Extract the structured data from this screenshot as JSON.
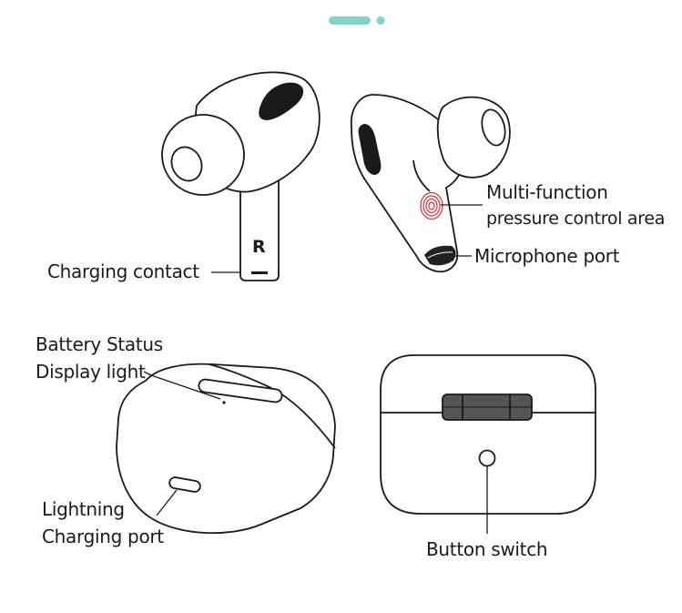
{
  "carousel": {
    "active_color": "#7fd3cf",
    "inactive_color": "#7fd3cf"
  },
  "earbud_right": {
    "side_letter": "R"
  },
  "labels": {
    "charging_contact": "Charging contact",
    "multi_function_line1": "Multi-function",
    "multi_function_line2": "pressure control area",
    "microphone_port": "Microphone port",
    "battery_status_line1": "Battery Status",
    "battery_status_line2": "Display light",
    "lightning_line1": "Lightning",
    "lightning_line2": "Charging port",
    "button_switch": "Button switch"
  },
  "colors": {
    "outline": "#1a1a1a",
    "fingerprint": "#e0302f",
    "mesh": "#222222"
  }
}
